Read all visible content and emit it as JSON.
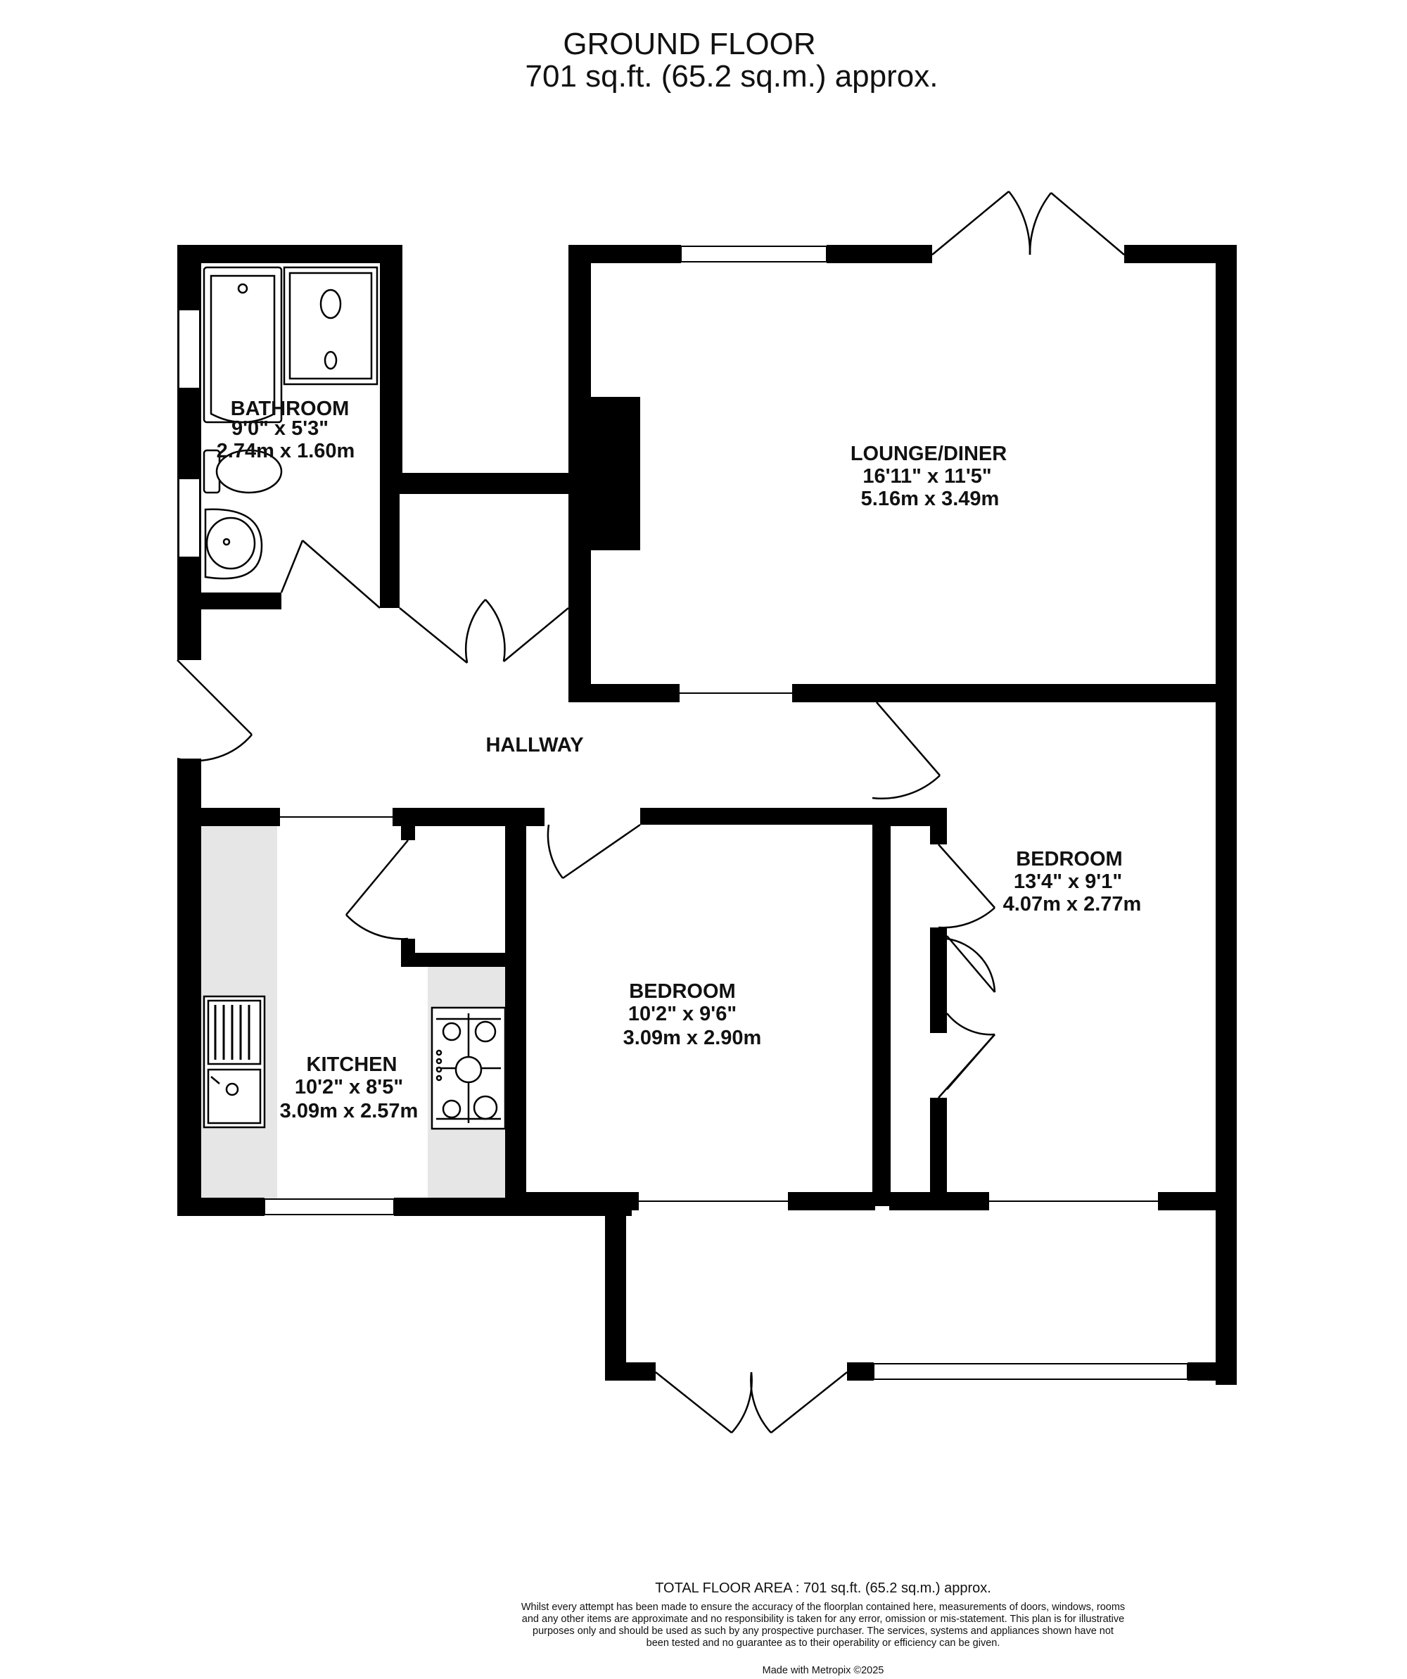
{
  "header": {
    "title": "GROUND FLOOR",
    "area": "701 sq.ft. (65.2 sq.m.) approx."
  },
  "rooms": {
    "bathroom": {
      "name": "BATHROOM",
      "imperial": "9'0\"  x 5'3\"",
      "metric": "2.74m  x 1.60m"
    },
    "lounge": {
      "name": "LOUNGE/DINER",
      "imperial": "16'11\"  x 11'5\"",
      "metric": "5.16m  x 3.49m"
    },
    "hallway": {
      "name": "HALLWAY"
    },
    "bedroom_right": {
      "name": "BEDROOM",
      "imperial": "13'4\"  x 9'1\"",
      "metric": "4.07m  x 2.77m"
    },
    "bedroom_middle": {
      "name": "BEDROOM",
      "imperial": "10'2\"  x 9'6\"",
      "metric": "3.09m  x 2.90m"
    },
    "kitchen": {
      "name": "KITCHEN",
      "imperial": "10'2\"  x 8'5\"",
      "metric": "3.09m  x 2.57m"
    }
  },
  "footer": {
    "total": "TOTAL FLOOR AREA : 701 sq.ft. (65.2 sq.m.) approx.",
    "disclaimer": "Whilst every attempt has been made to ensure the accuracy of the floorplan contained here, measurements of doors, windows, rooms and any other items are approximate and no responsibility is taken for any error, omission or mis-statement. This plan is for illustrative purposes only and should be used as such by any prospective purchaser. The services, systems and appliances shown have not been tested and no guarantee as to their operability or efficiency can be given.",
    "credit": "Made with Metropix ©2025"
  },
  "colors": {
    "wall": "#000000",
    "counter": "#e6e6e6",
    "window": "#ffffff"
  }
}
